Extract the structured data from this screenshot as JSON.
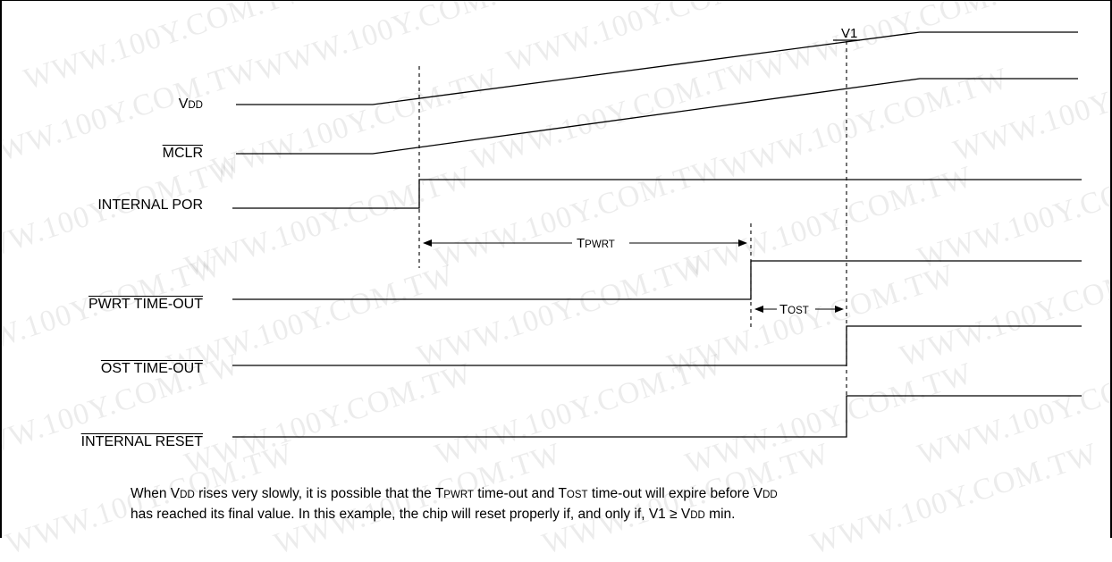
{
  "signals": {
    "vdd": {
      "prefix": "V",
      "subscript": "DD"
    },
    "mclr": "MCLR",
    "internal_por": "INTERNAL POR",
    "pwrt_timeout": "PWRT TIME-OUT",
    "ost_timeout": "OST TIME-OUT",
    "internal_reset": "INTERNAL RESET"
  },
  "intervals": {
    "tpwrt": {
      "prefix": "T",
      "subscript": "PWRT"
    },
    "tost": {
      "prefix": "T",
      "subscript": "OST"
    }
  },
  "threshold_label": "V1",
  "note": {
    "p1": "When V",
    "p1_sub": "DD",
    "p2": " rises very slowly, it is possible that the T",
    "p2_sub": "PWRT",
    "p3": " time-out and T",
    "p3_sub": "OST",
    "p4": " time-out will expire before V",
    "p4_sub": "DD",
    "p5": "has reached its final value. In this example, the chip will reset properly if, and only if, V1 ≥ V",
    "p5_sub": "DD",
    "p6": " min."
  },
  "watermark": "WWW.100Y.COM.TW"
}
